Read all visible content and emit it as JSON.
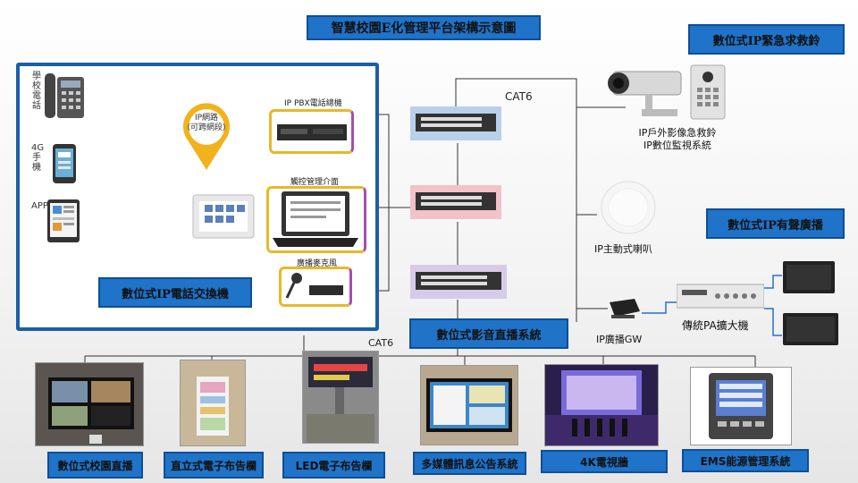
{
  "title": "智慧校園E化管理平台架構示意圖",
  "phone_exchange": {
    "box_label": "數位式IP電話交換機",
    "devices": [
      {
        "label": "學校電話"
      },
      {
        "label": "4G手機"
      },
      {
        "label": "APP"
      }
    ],
    "ip_pin": "IP網路\n(可跨網段)",
    "pbx_label": "IP PBX電話總機",
    "touch_label": "觸控管理介面",
    "mic_label": "廣播麥克風"
  },
  "cat6_top": "CAT6",
  "cat6_bottom": "CAT6",
  "emergency": {
    "box_label": "數位式IP緊急求救鈴",
    "caption_line1": "IP戶外影像急救鈴",
    "caption_line2": "IP數位監視系統"
  },
  "speaker_label": "IP主動式喇叭",
  "pa": {
    "box_label": "數位式IP有聲廣播",
    "gw_label": "IP廣播GW",
    "amp_label": "傳統PA擴大機"
  },
  "av_system_label": "數位式影音直播系統",
  "bottom_items": [
    {
      "label": "數位式校園直播"
    },
    {
      "label": "直立式電子布告欄"
    },
    {
      "label": "LED電子布告欄"
    },
    {
      "label": "多媒體訊息公告系統"
    },
    {
      "label": "4K電視牆"
    },
    {
      "label": "EMS能源管理系統"
    }
  ],
  "colors": {
    "accent_blue": "#1f73c8",
    "line_orange": "#e0952c",
    "line_dark": "#333333",
    "pin_yellow": "#f2b21c"
  }
}
